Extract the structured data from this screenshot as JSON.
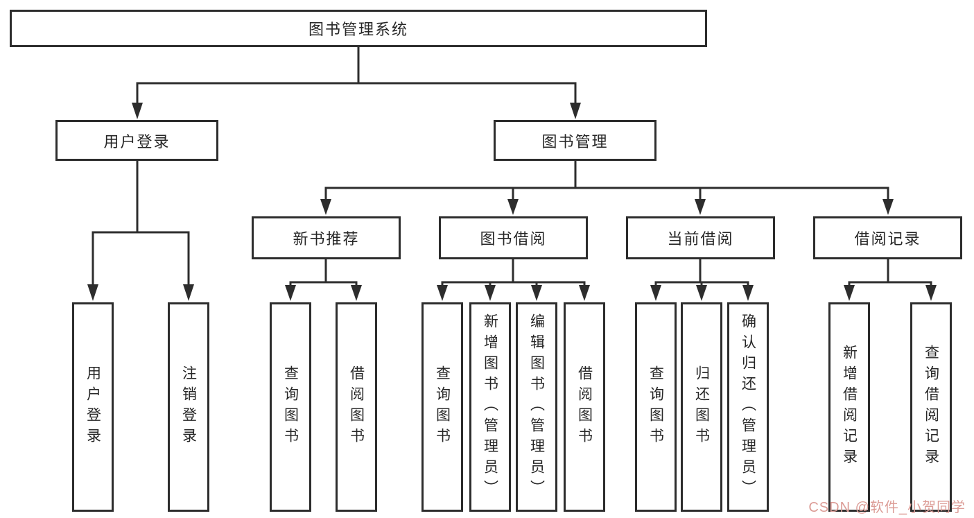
{
  "diagram_title": "图书管理系统",
  "tree": {
    "label": "图书管理系统",
    "children": [
      {
        "label": "用户登录",
        "children": [
          {
            "label": "用户登录"
          },
          {
            "label": "注销登录"
          }
        ]
      },
      {
        "label": "图书管理",
        "children": [
          {
            "label": "新书推荐",
            "children": [
              {
                "label": "查询图书"
              },
              {
                "label": "借阅图书"
              }
            ]
          },
          {
            "label": "图书借阅",
            "children": [
              {
                "label": "查询图书"
              },
              {
                "label": "新增图书（管理员）"
              },
              {
                "label": "编辑图书（管理员）"
              },
              {
                "label": "借阅图书"
              }
            ]
          },
          {
            "label": "当前借阅",
            "children": [
              {
                "label": "查询图书"
              },
              {
                "label": "归还图书"
              },
              {
                "label": "确认归还（管理员）"
              }
            ]
          },
          {
            "label": "借阅记录",
            "children": [
              {
                "label": "新增借阅记录"
              },
              {
                "label": "查询借阅记录"
              }
            ]
          }
        ]
      }
    ]
  },
  "watermark": {
    "text": "CSDN @软件_小贺同学",
    "color": "#dc9d97"
  },
  "colors": {
    "line": "#2d2d2d",
    "text": "#262626",
    "background": "#ffffff",
    "box_fill": "#ffffff"
  }
}
